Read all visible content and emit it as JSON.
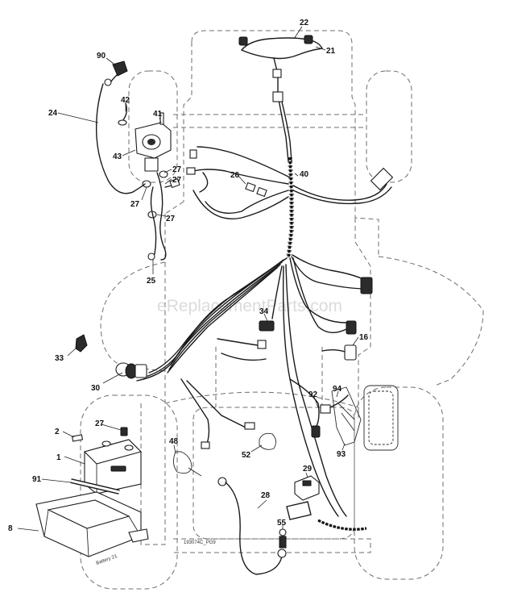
{
  "callouts": {
    "c1": "1",
    "c2": "2",
    "c8": "8",
    "c16": "16",
    "c21": "21",
    "c22": "22",
    "c24": "24",
    "c25": "25",
    "c26": "26",
    "c27a": "27",
    "c27b": "27",
    "c27c": "27",
    "c27d": "27",
    "c28": "28",
    "c29": "29",
    "c30": "30",
    "c33": "33",
    "c34": "34",
    "c40": "40",
    "c41": "41",
    "c42": "42",
    "c43": "43",
    "c48": "48",
    "c52": "52",
    "c55": "55",
    "c90": "90",
    "c91": "91",
    "c92": "92",
    "c93": "93",
    "c94": "94"
  },
  "drawing_code": "193074C_PG9",
  "battery_tray_mark": "Battery 21",
  "watermark": "eReplacementParts.com"
}
